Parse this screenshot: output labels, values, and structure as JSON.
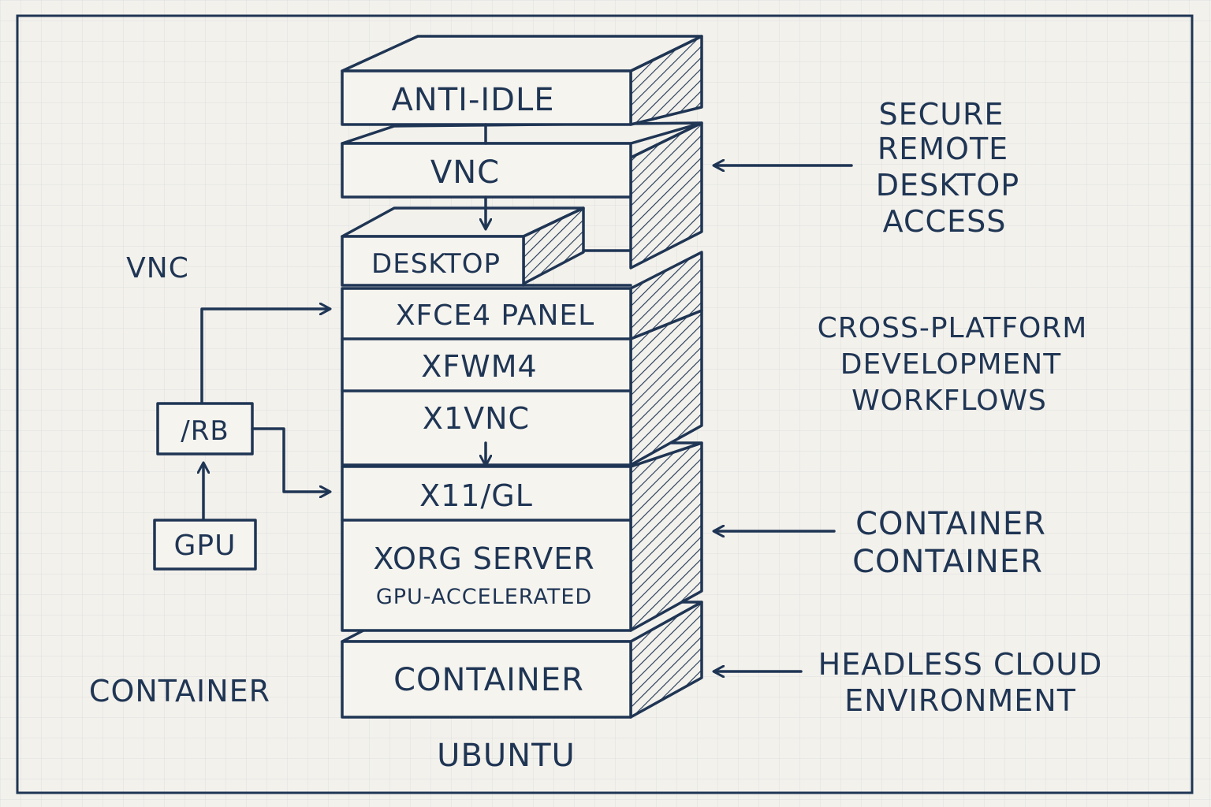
{
  "layers": {
    "anti_idle": "ANTI-IDLE",
    "vnc": "VNC",
    "desktop": "DESKTOP",
    "xfce4_panel": "XFCE4 PANEL",
    "xfwm4": "XFWM4",
    "x11vnc": "X1VNC",
    "x11gl": "X11/GL",
    "xorg_server": "XORG SERVER",
    "xorg_sub": "GPU-ACCELERATED",
    "container": "CONTAINER"
  },
  "side_boxes": {
    "rb": "/RB",
    "gpu": "GPU"
  },
  "left_labels": {
    "vnc": "VNC",
    "container": "CONTAINER"
  },
  "bottom_label": "UBUNTU",
  "right_labels": {
    "secure": [
      "SECURE",
      "REMOTE",
      "DESKTOP",
      "ACCESS"
    ],
    "cross": [
      "CROSS-PLATFORM",
      "DEVELOPMENT",
      "WORKFLOWS"
    ],
    "container": [
      "CONTAINER",
      "CONTAINER"
    ],
    "headless": [
      "HEADLESS CLOUD",
      "ENVIRONMENT"
    ]
  },
  "colors": {
    "ink": "#1f3554",
    "paper": "#f3f1ec",
    "grid": "#dcdee0"
  }
}
